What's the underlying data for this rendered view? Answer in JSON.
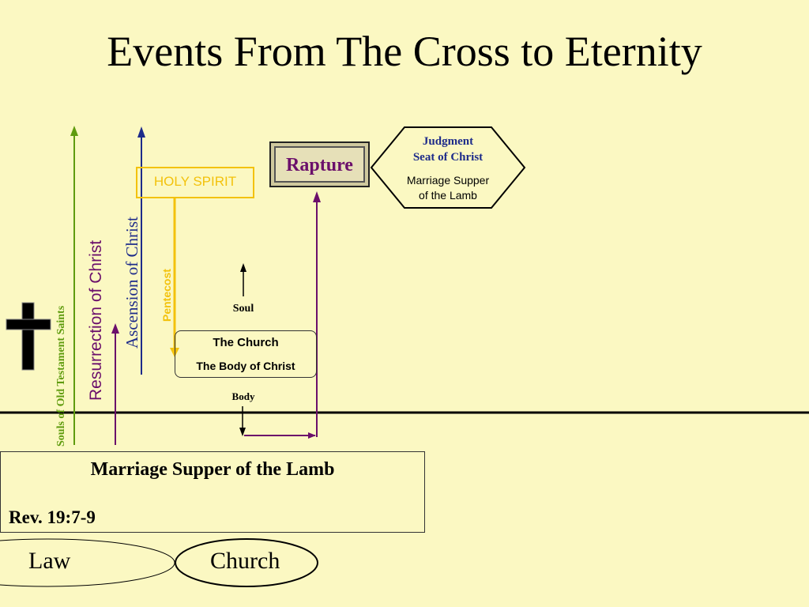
{
  "slide": {
    "title": "Events From The Cross to Eternity"
  },
  "timeline": {
    "vertical_labels": {
      "souls": "Souls of Old Testament Saints",
      "resurrection": "Resurrection of Christ",
      "ascension": "Ascension of Christ",
      "pentecost": "Pentecost"
    },
    "holy_spirit": "HOLY SPIRIT",
    "rapture": "Rapture",
    "judgment": {
      "line1": "Judgment",
      "line2": "Seat of Christ",
      "sub1": "Marriage Supper",
      "sub2": "of the Lamb"
    },
    "church_box": {
      "title": "The Church",
      "subtitle": "The Body of Christ"
    },
    "soul": "Soul",
    "body": "Body"
  },
  "bottom_box": {
    "title": "Marriage Supper of the Lamb",
    "reference": "Rev. 19:7-9"
  },
  "eras": {
    "law": "Law",
    "church": "Church"
  },
  "colors": {
    "background": "#fbf8c2",
    "green": "#5f9b0e",
    "purple": "#6b0f6b",
    "blue": "#1d2b8a",
    "gold": "#f3c20c"
  }
}
